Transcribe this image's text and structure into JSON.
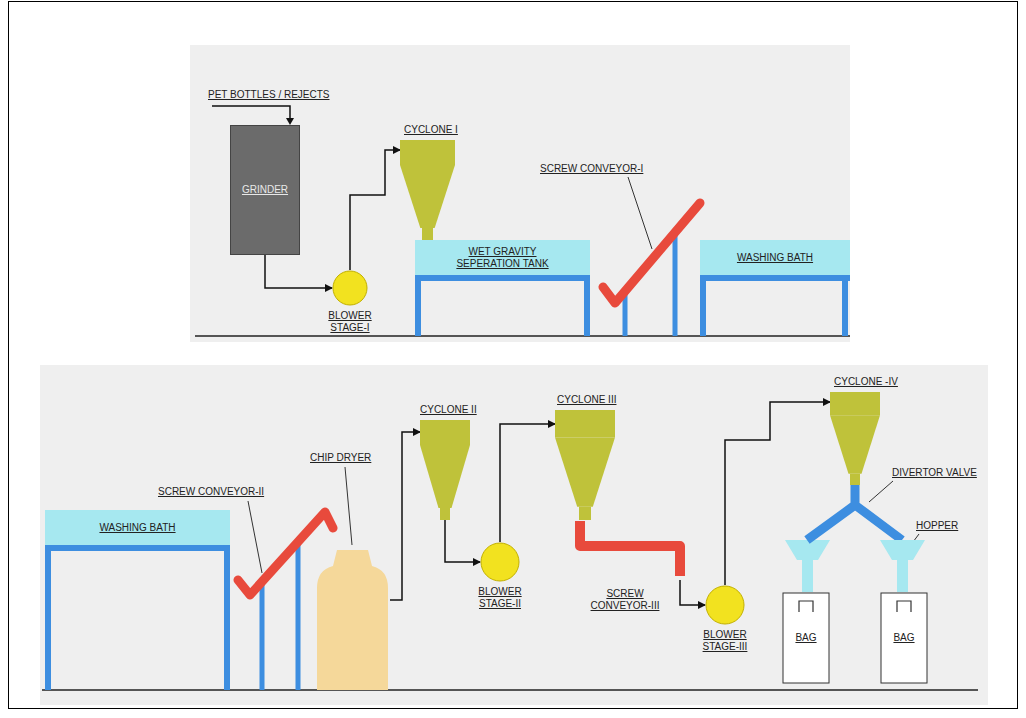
{
  "diagram": {
    "nodes": [
      {
        "text": [
          "GRINDER"
        ]
      },
      {
        "text": [
          "BLOWER STAGE-I"
        ]
      },
      {
        "text": [
          "CYCLONE I"
        ]
      },
      {
        "text": [
          "WET GRAVITY SEPERATION TANK"
        ]
      },
      {
        "text": [
          "SCREW CONVEYOR-I"
        ]
      },
      {
        "text": [
          "WASHING BATH"
        ]
      },
      {
        "text": [
          "WASHING BATH"
        ]
      },
      {
        "text": [
          "SCREW CONVEYOR-II"
        ]
      },
      {
        "text": [
          "CHIP DRYER"
        ]
      },
      {
        "text": [
          "CYCLONE II"
        ]
      },
      {
        "text": [
          "BLOWER STAGE-II"
        ]
      },
      {
        "text": [
          "CYCLONE III"
        ]
      },
      {
        "text": [
          "SCREW CONVEYOR-III"
        ]
      },
      {
        "text": [
          "BLOWER STAGE-III"
        ]
      },
      {
        "text": [
          "CYCLONE -IV"
        ]
      },
      {
        "text": [
          "DIVERTOR VALVE"
        ]
      },
      {
        "text": [
          "HOPPER"
        ]
      },
      {
        "text": [
          "BAG"
        ]
      },
      {
        "text": [
          "BAG"
        ]
      }
    ],
    "edges": [
      {
        "from": 0,
        "to": 1,
        "arrow": "to"
      },
      {
        "from": 1,
        "to": 2,
        "arrow": "to"
      },
      {
        "from": 8,
        "to": 9,
        "arrow": "to"
      },
      {
        "from": 9,
        "to": 10,
        "arrow": "to"
      },
      {
        "from": 10,
        "to": 11,
        "arrow": "to"
      },
      {
        "from": 12,
        "to": 13,
        "arrow": "to"
      },
      {
        "from": 13,
        "to": 14,
        "arrow": "to"
      }
    ],
    "labels": [
      "PET BOTTLES / REJECTS"
    ]
  }
}
